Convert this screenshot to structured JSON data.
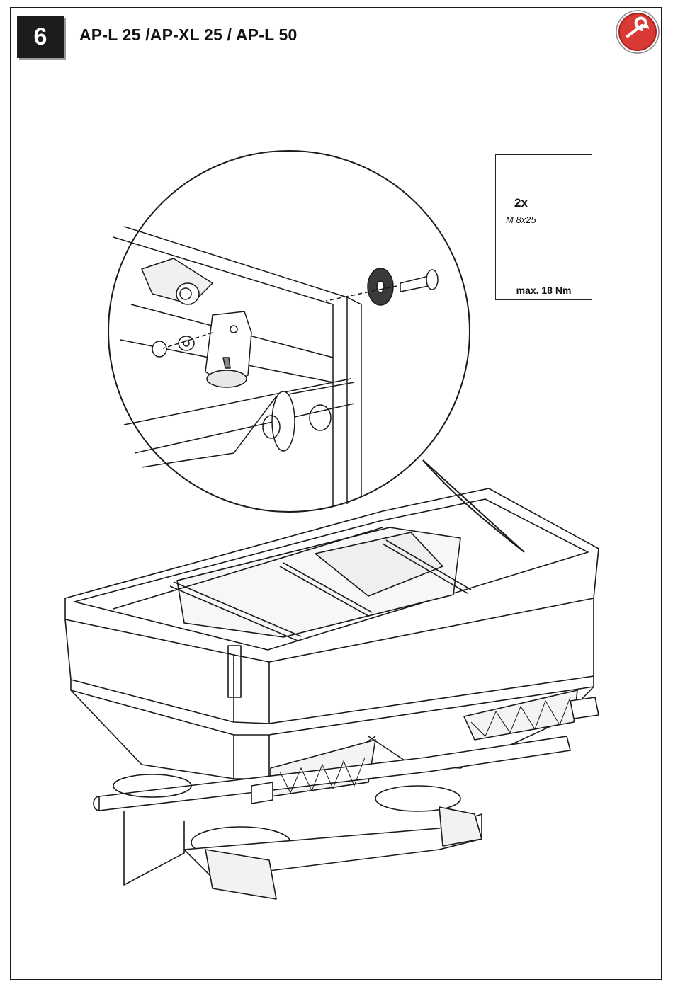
{
  "header": {
    "step_number": "6",
    "title": "AP-L 25 /AP-XL 25 / AP-L 50"
  },
  "icons": {
    "tool": "wrench-icon"
  },
  "spec": {
    "quantity": "2x",
    "bolt_size": "M 8x25",
    "torque": "max. 18 Nm"
  },
  "colors": {
    "accent_red": "#d93a36",
    "step_box": "#1c1c1c"
  }
}
